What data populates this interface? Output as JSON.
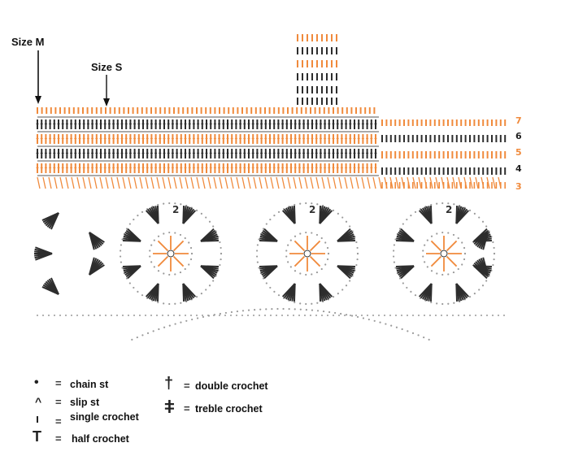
{
  "labels": {
    "size_m": "Size M",
    "size_s": "Size S"
  },
  "row_numbers": [
    "7",
    "6",
    "5",
    "4",
    "3"
  ],
  "motif_label": "2",
  "legend": [
    {
      "symbol": "chain-st-icon",
      "text": "chain st"
    },
    {
      "symbol": "slip-st-icon",
      "text": "slip st"
    },
    {
      "symbol": "single-crochet-icon",
      "text": "single crochet"
    },
    {
      "symbol": "half-crochet-icon",
      "text": "half crochet"
    },
    {
      "symbol": "double-crochet-icon",
      "text": "double crochet"
    },
    {
      "symbol": "treble-crochet-icon",
      "text": "treble crochet"
    }
  ],
  "colors": {
    "orange": "#f08a3c",
    "dark": "#2d2d2d",
    "dots": "#9a9a9a",
    "row_numbers_orange": "#f08a3c",
    "row_numbers_dark": "#222222"
  },
  "equals_sign": "="
}
